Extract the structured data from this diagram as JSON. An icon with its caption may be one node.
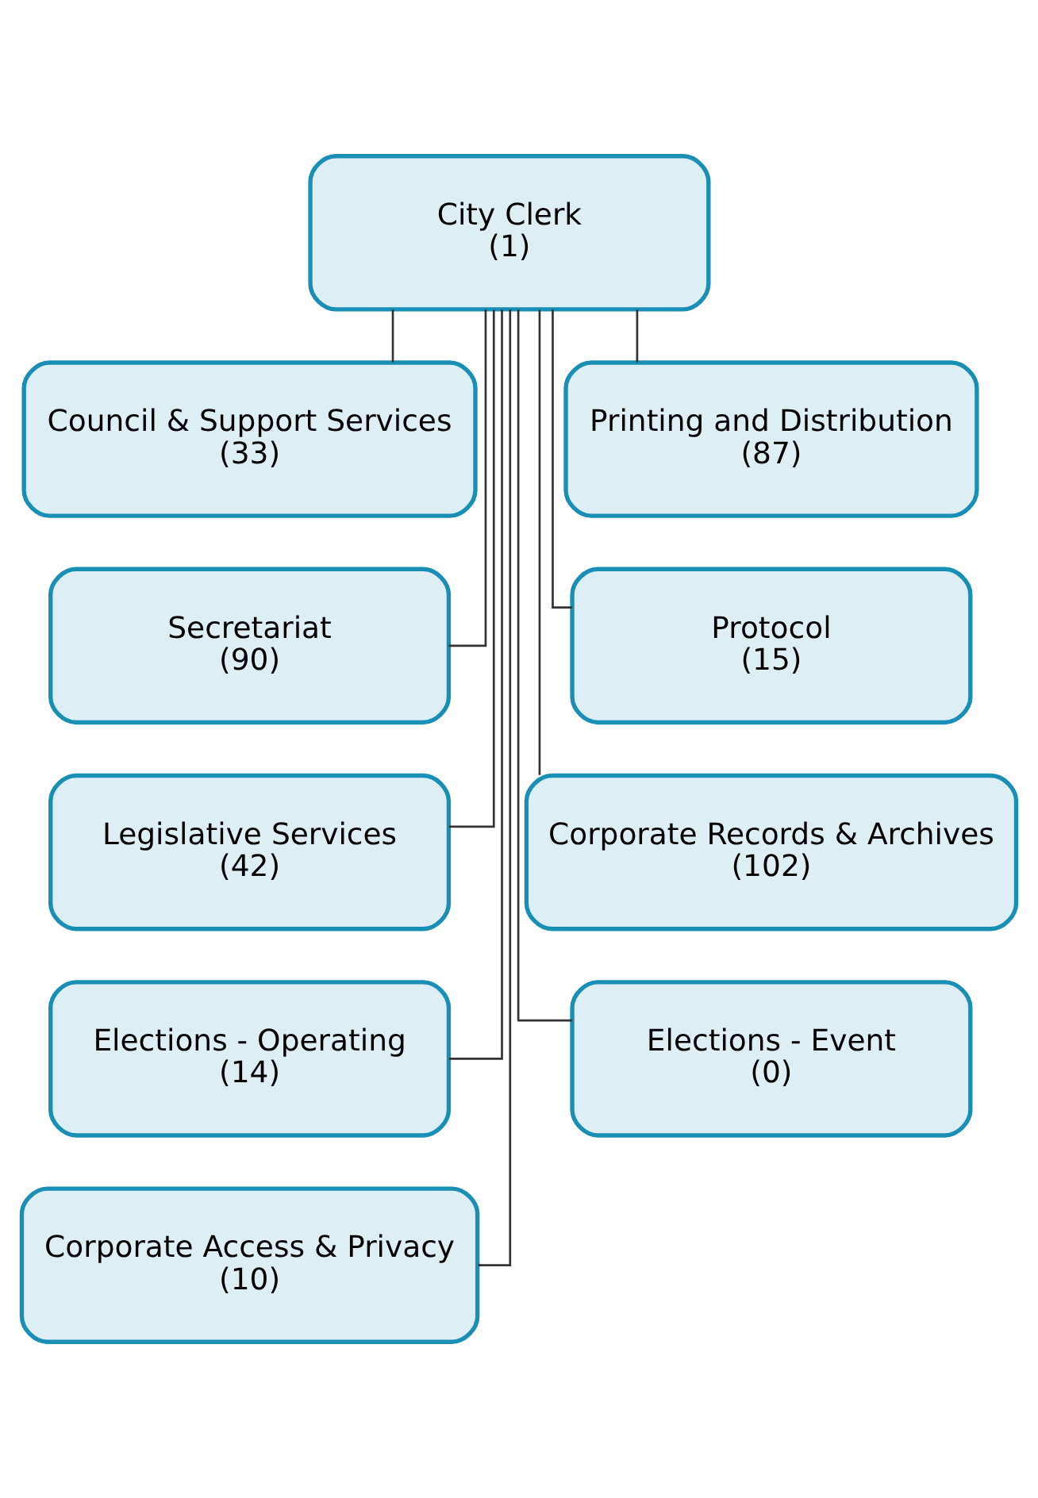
{
  "diagram": {
    "nodes": [
      {
        "text": [
          "City Clerk",
          "(1)"
        ]
      },
      {
        "text": [
          "Council & Support Services",
          "(33)"
        ]
      },
      {
        "text": [
          "Printing and Distribution",
          "(87)"
        ]
      },
      {
        "text": [
          "Secretariat",
          "(90)"
        ]
      },
      {
        "text": [
          "Protocol",
          "(15)"
        ]
      },
      {
        "text": [
          "Legislative Services",
          "(42)"
        ]
      },
      {
        "text": [
          "Corporate Records & Archives",
          "(102)"
        ]
      },
      {
        "text": [
          "Elections - Operating",
          "(14)"
        ]
      },
      {
        "text": [
          "Elections - Event",
          "(0)"
        ]
      },
      {
        "text": [
          "Corporate Access & Privacy",
          "(10)"
        ]
      }
    ],
    "edges": [
      {
        "from": 0,
        "to": 1,
        "arrow": "none"
      },
      {
        "from": 0,
        "to": 2,
        "arrow": "none"
      },
      {
        "from": 0,
        "to": 3,
        "arrow": "none"
      },
      {
        "from": 0,
        "to": 4,
        "arrow": "none"
      },
      {
        "from": 0,
        "to": 5,
        "arrow": "none"
      },
      {
        "from": 0,
        "to": 6,
        "arrow": "none"
      },
      {
        "from": 0,
        "to": 7,
        "arrow": "none"
      },
      {
        "from": 0,
        "to": 8,
        "arrow": "none"
      },
      {
        "from": 0,
        "to": 9,
        "arrow": "none"
      }
    ]
  }
}
